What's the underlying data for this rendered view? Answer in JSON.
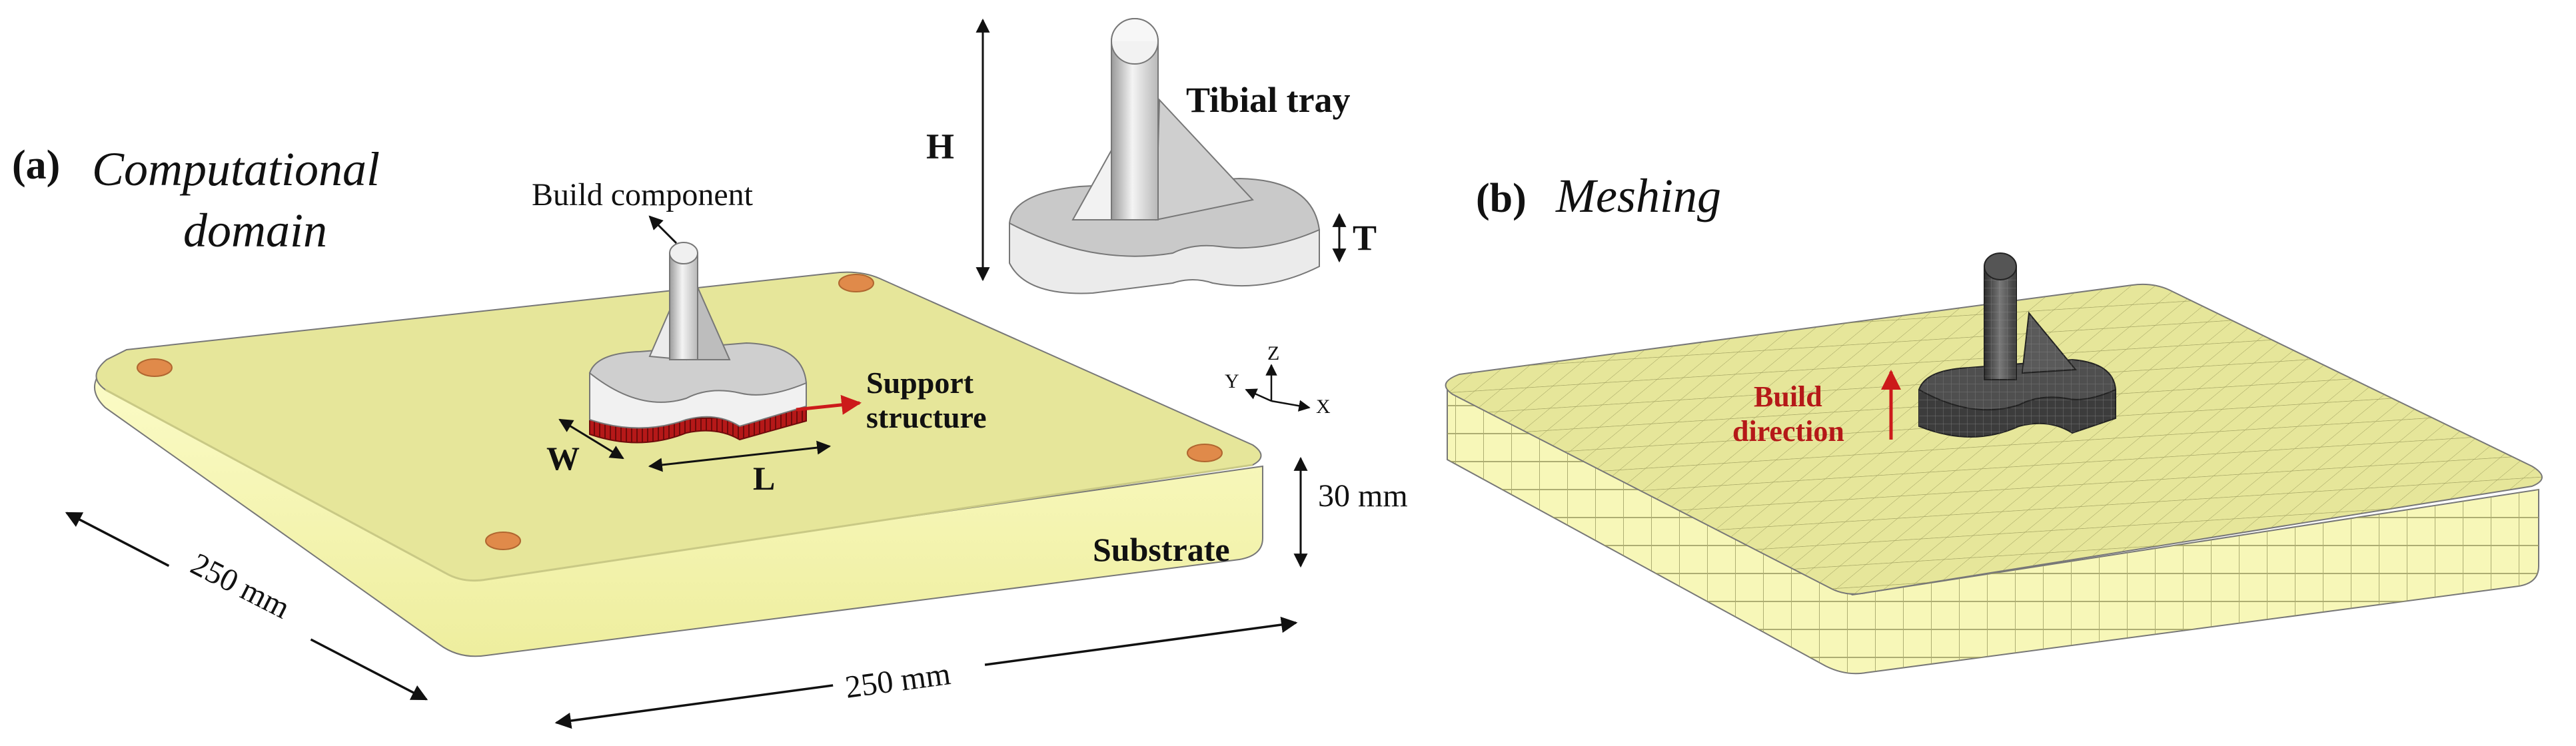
{
  "panel_a": {
    "letter": "(a)",
    "title_line1": "Computational",
    "title_line2": "domain",
    "build_component": "Build component",
    "support_line1": "Support",
    "support_line2": "structure",
    "tibial_tray": "Tibial tray",
    "dim_h": "H",
    "dim_t": "T",
    "dim_w": "W",
    "dim_l": "L",
    "substrate": "Substrate",
    "thickness": "30 mm",
    "width_left": "250 mm",
    "width_bottom": "250 mm",
    "axis_x": "X",
    "axis_y": "Y",
    "axis_z": "Z"
  },
  "panel_b": {
    "letter": "(b)",
    "title": "Meshing",
    "build_line1": "Build",
    "build_line2": "direction"
  },
  "colors": {
    "substrate_top": "#e6e69a",
    "substrate_side": "#f7f7b8",
    "mesh_line": "#8a8a55",
    "support_red": "#b51818",
    "arrow_red": "#cc1a1a",
    "peg_orange": "#e08a4a",
    "part_grey": "#d8d8d8",
    "mesh_part": "#4a4a4a"
  }
}
